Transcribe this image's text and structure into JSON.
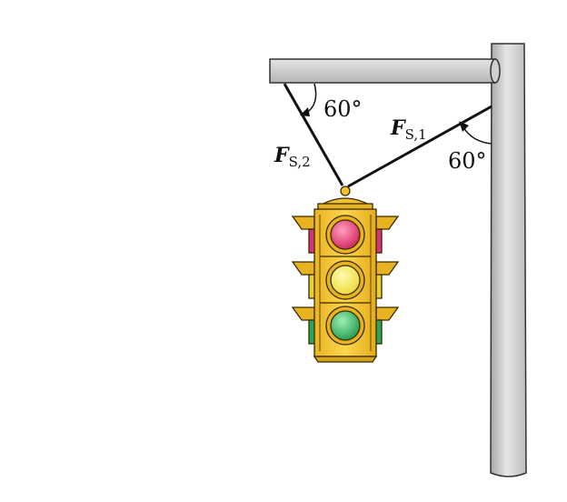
{
  "diagram": {
    "labels": {
      "force_1_symbol": "F",
      "force_1_subscript": "S,1",
      "force_2_symbol": "F",
      "force_2_subscript": "S,2",
      "angle_left": "60°",
      "angle_right": "60°"
    },
    "colors": {
      "pole": "#d9d9d9",
      "pole_shadow": "#a9a9a9",
      "light_housing": "#f2c12e",
      "light_housing_dark": "#c99a14",
      "red_lamp": "#e0356b",
      "yellow_lamp": "#f6ec5c",
      "green_lamp": "#2fb85e",
      "cable": "#111111"
    }
  }
}
